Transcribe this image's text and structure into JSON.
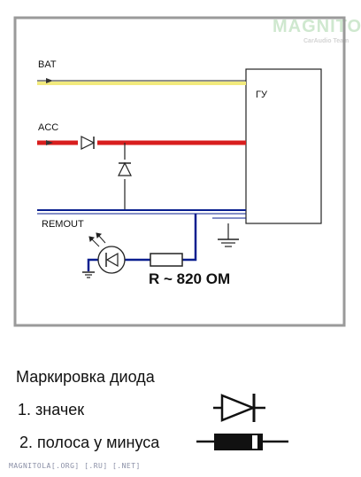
{
  "watermark": {
    "brand": "MAGNITOLA",
    "subtitle": "CarAudio Team"
  },
  "circuit": {
    "bat_label": "BAT",
    "acc_label": "ACC",
    "remout_label": "REMOUT",
    "head_unit_label": "ГУ",
    "resistor_label": "R ~ 820 OM"
  },
  "legend": {
    "title": "Маркировка диода",
    "item1": "1.  значек",
    "item2": "2. полоса у минуса"
  },
  "footer": "MAGNITOLA[.ORG] [.RU] [.NET]",
  "colors": {
    "bat_wire": "#f2ea7c",
    "acc_wire": "#d81e1e",
    "remout_wire": "#0a1f8f",
    "frame": "#9a9a9a"
  }
}
